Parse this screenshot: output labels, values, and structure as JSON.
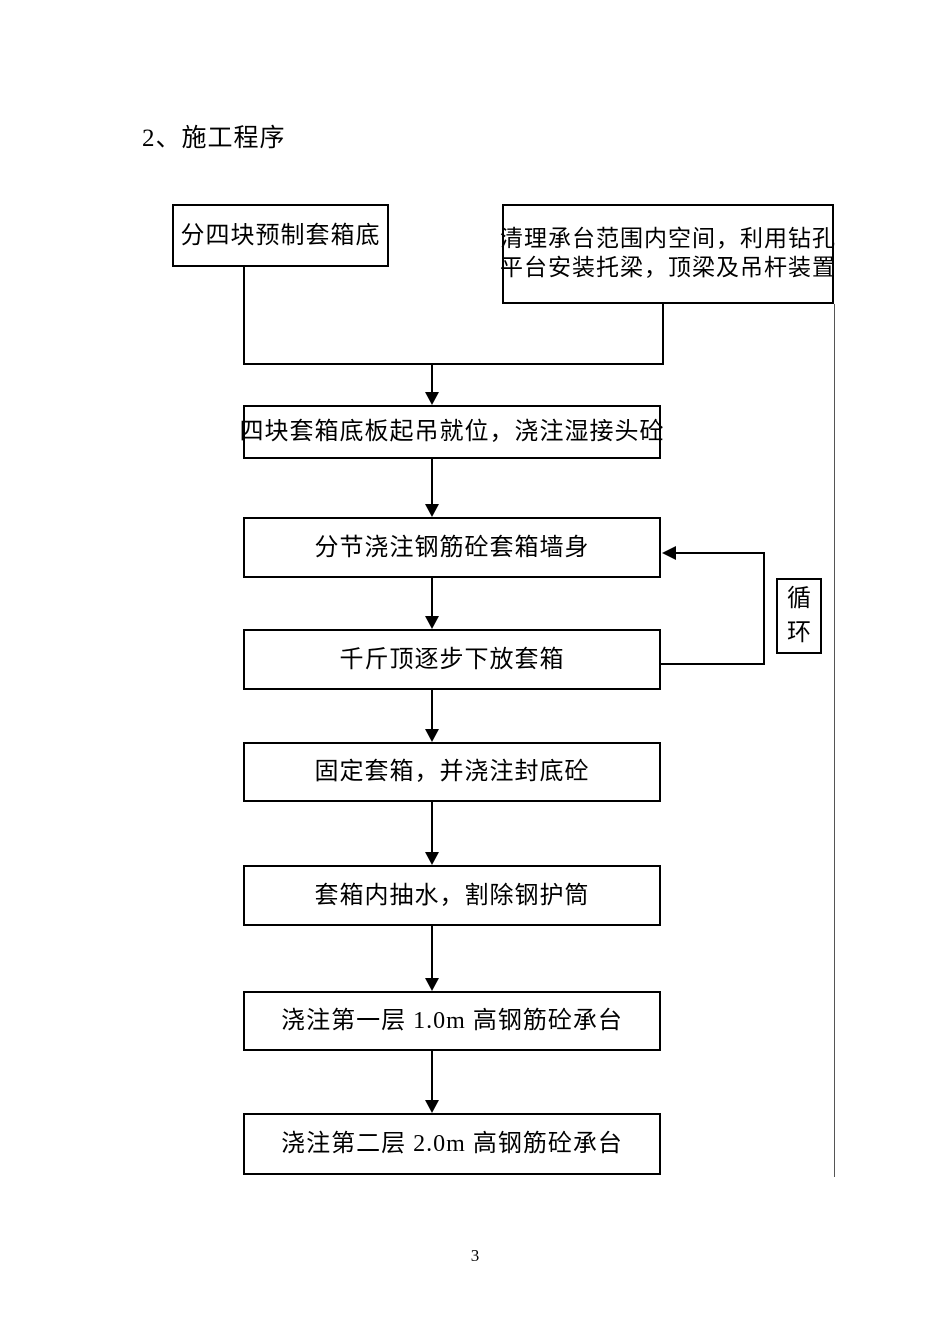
{
  "page": {
    "heading": "2、施工程序",
    "page_number": "3"
  },
  "flowchart": {
    "prefab": "分四块预制套箱底",
    "prepare_line1": "清理承台范围内空间，利用钻孔",
    "prepare_line2": "平台安装托梁，顶梁及吊杆装置",
    "hoist": "四块套箱底板起吊就位，浇注湿接头砼",
    "pour_wall": "分节浇注钢筋砼套箱墙身",
    "jack_lower": "千斤顶逐步下放套箱",
    "fix_seal": "固定套箱，并浇注封底砼",
    "pump_cut": "套箱内抽水，割除钢护筒",
    "cap_layer1": "浇注第一层 1.0m 高钢筋砼承台",
    "cap_layer2": "浇注第二层 2.0m 高钢筋砼承台",
    "loop_label": "循环"
  },
  "colors": {
    "background": "#ffffff",
    "text": "#000000",
    "box_border": "#000000",
    "connector": "#000000",
    "stray_line": "#555555"
  }
}
